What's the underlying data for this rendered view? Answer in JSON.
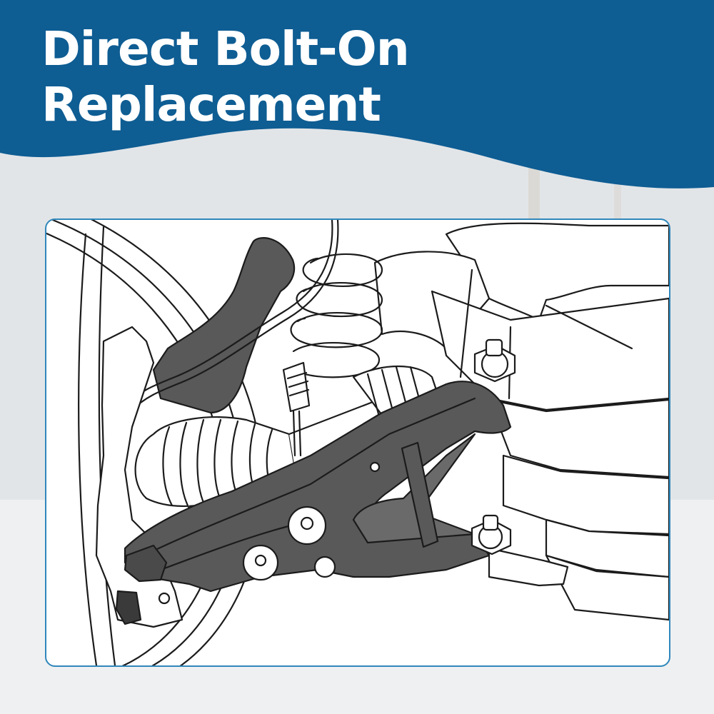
{
  "banner": {
    "title_line1": "Direct Bolt-On",
    "title_line2": "Replacement",
    "color": "#0e5d93"
  },
  "illustration": {
    "subject": "front suspension lower control arm",
    "stroke_color": "#1b1b1b",
    "arm_fill": "#595959",
    "frame_color": "#2f87bb"
  }
}
